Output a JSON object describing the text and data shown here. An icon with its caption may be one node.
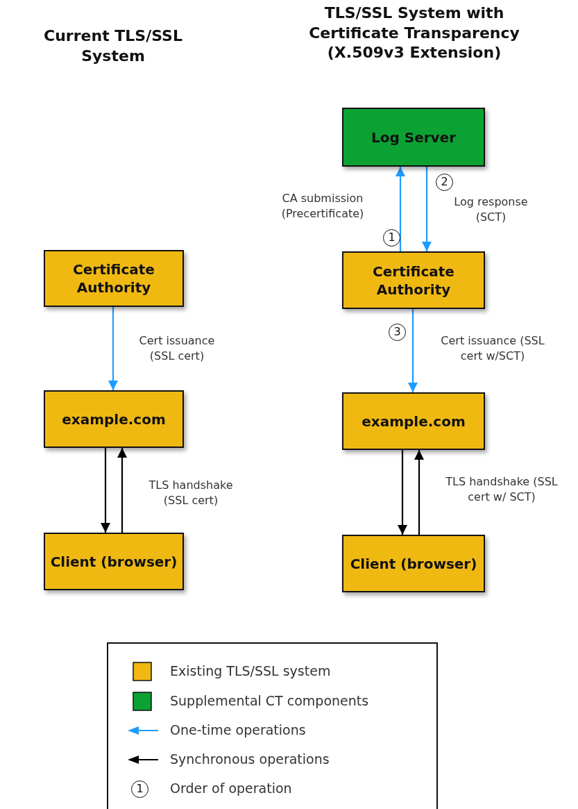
{
  "diagram": {
    "nodes": [
      {
        "text": [
          "Certificate Authority"
        ]
      },
      {
        "text": [
          "example.com"
        ]
      },
      {
        "text": [
          "Client (browser)"
        ]
      },
      {
        "text": [
          "Log Server"
        ]
      },
      {
        "text": [
          "Certificate Authority"
        ]
      },
      {
        "text": [
          "example.com"
        ]
      },
      {
        "text": [
          "Client (browser)"
        ]
      }
    ],
    "edges": [
      {
        "from": 0,
        "to": 1,
        "arrow": "to",
        "label": "Cert issuance (SSL cert)"
      },
      {
        "from": 1,
        "to": 2,
        "arrow": "to",
        "color": "#000000"
      },
      {
        "from": 2,
        "to": 1,
        "arrow": "to",
        "label": "TLS handshake (SSL cert)",
        "color": "#000000"
      },
      {
        "from": 4,
        "to": 3,
        "arrow": "to",
        "label": "CA submission (Precertificate)"
      },
      {
        "from": 3,
        "to": 4,
        "arrow": "to",
        "label": "Log response (SCT)"
      },
      {
        "from": 4,
        "to": 5,
        "arrow": "to",
        "label": "Cert issuance (SSL cert w/SCT)"
      },
      {
        "from": 5,
        "to": 6,
        "arrow": "to",
        "color": "#000000"
      },
      {
        "from": 6,
        "to": 5,
        "arrow": "to",
        "label": "TLS handshake (SSL cert w/ SCT)",
        "color": "#000000"
      }
    ],
    "labels": [
      "Current TLS/SSL System",
      "TLS/SSL System with Certificate Transparency (X.509v3 Extension)",
      "2",
      "1",
      "3",
      "1"
    ],
    "legend": [
      {
        "text": "Existing TLS/SSL system",
        "color": "#f0b912"
      },
      {
        "text": "Supplemental CT components",
        "color": "#0ca233"
      },
      {
        "text": "One-time operations"
      },
      {
        "text": "Synchronous operations"
      },
      {
        "text": "Order of operation"
      }
    ]
  }
}
